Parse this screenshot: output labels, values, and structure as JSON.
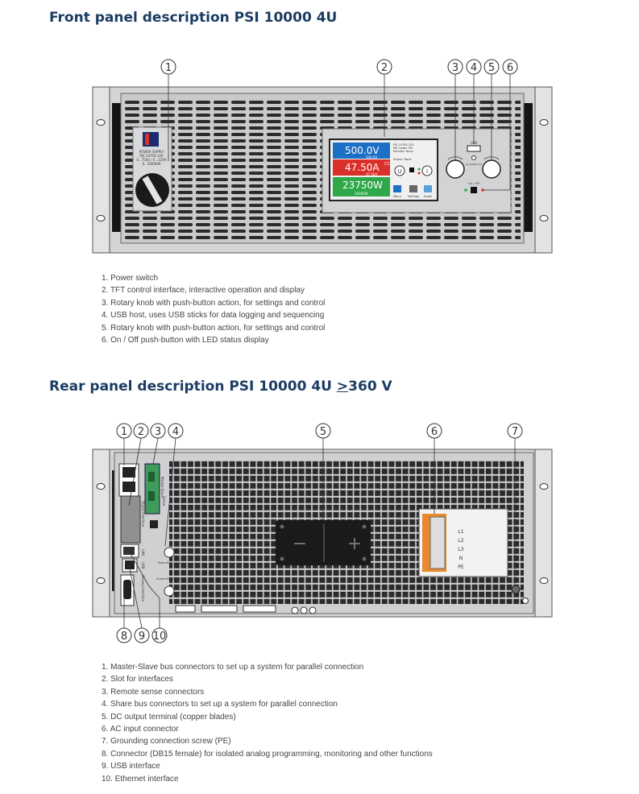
{
  "front": {
    "title": "Front panel description PSI 10000 4U",
    "callouts": [
      "1",
      "2",
      "3",
      "4",
      "5",
      "6"
    ],
    "label_block": [
      "POWER SUPPLY",
      "PSI 10750-120",
      "0...750V / 0...120A",
      "0...30000W"
    ],
    "display": {
      "voltage": "500.0V",
      "voltage_set": "500.0V",
      "current": "47.50A",
      "current_set": "47.50A",
      "mode": "CC",
      "power": "23750W",
      "power_set": "30000W",
      "info_lines": [
        "PSI 10750-120",
        "MS mode: Off",
        "Remote: None"
      ],
      "status": "Status: None",
      "buttons": [
        "Menu",
        "Settings",
        "Graph"
      ]
    },
    "usb_label": "USB",
    "onoff_label": "On / Off",
    "knob_labels": [
      "U",
      "I"
    ],
    "remote_label": "Local/Remote",
    "led_labels": [
      "Bsy",
      "Err"
    ],
    "items": [
      "1. Power switch",
      "2. TFT control interface, interactive operation and display",
      "3. Rotary knob with push-button action, for settings and control",
      "4. USB host, uses USB sticks for data logging and sequencing",
      "5. Rotary knob with push-button action, for settings and control",
      "6. On / Off push-button with LED status display"
    ]
  },
  "rear": {
    "title_prefix": "Rear panel description PSI 10000 4U ",
    "title_threshold": ">",
    "title_value": "360 V",
    "callouts_top": [
      "1",
      "2",
      "3",
      "4",
      "5",
      "6",
      "7"
    ],
    "callouts_bottom": [
      "8",
      "9",
      "10"
    ],
    "labels": {
      "master_slave": "Master-Slave",
      "sense": "Sense",
      "digital_interface": "Digital Interface",
      "share_in": "Share BUS Input",
      "share_out": "Share BUS Output",
      "lan": "LAN",
      "usb": "USB",
      "analog": "Analog Interface"
    },
    "dc_minus": "−",
    "dc_plus": "+",
    "ac_terminals": [
      "L1",
      "L2",
      "L3",
      "N",
      "PE"
    ],
    "items": [
      "1. Master-Slave bus connectors to set up a system for parallel connection",
      "2. Slot for interfaces",
      "3. Remote sense connectors",
      "4. Share bus connectors to set up a system for parallel connection",
      "5. DC output terminal (copper blades)",
      "6. AC input connector",
      "7. Grounding connection screw (PE)",
      "8. Connector (DB15 female) for isolated analog programming, monitoring and other functions",
      "9. USB interface",
      "10. Ethernet interface"
    ]
  },
  "colors": {
    "title": "#1c3d63",
    "display_blue": "#1b6fc4",
    "display_red": "#d9302a",
    "display_green": "#2fa84a",
    "panel_gray": "#b7b8ba",
    "vent_dark": "#2b2b2b",
    "terminal_orange": "#e8892c",
    "terminal_green": "#3f9b5a"
  }
}
